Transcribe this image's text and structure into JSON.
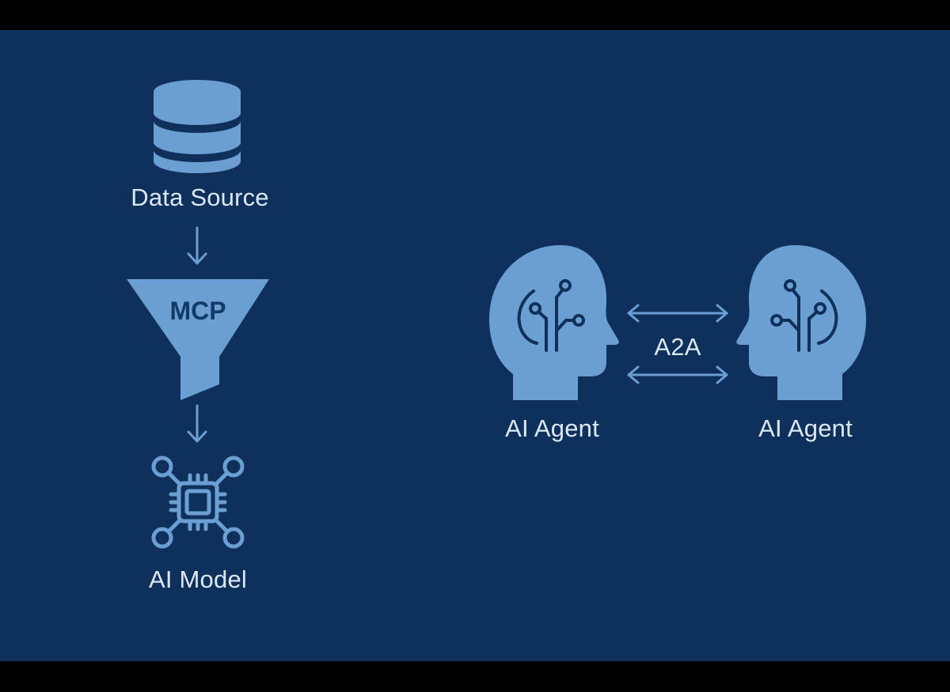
{
  "colors": {
    "background": "#0f305a",
    "letterbox": "#000000",
    "icon_fill": "#6b9fd4",
    "label_text": "#dbe9f7",
    "mcp_text": "#123a66"
  },
  "left_flow": {
    "data_source": {
      "icon": "database-icon",
      "label": "Data Source"
    },
    "mcp": {
      "icon": "funnel-icon",
      "label": "MCP"
    },
    "ai_model": {
      "icon": "chip-network-icon",
      "label": "AI Model"
    }
  },
  "right_flow": {
    "agent_left": {
      "icon": "brain-head-icon",
      "label": "AI Agent"
    },
    "agent_right": {
      "icon": "brain-head-icon",
      "label": "AI Agent"
    },
    "connection": {
      "icon": "bidirectional-arrows-icon",
      "label": "A2A"
    }
  }
}
